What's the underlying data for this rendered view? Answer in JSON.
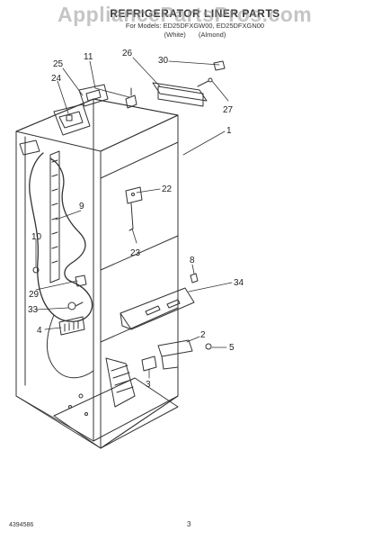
{
  "page": {
    "watermark": "AppliancePartsPros.com",
    "title": "REFRIGERATOR LINER PARTS",
    "subtitle": "For Models: ED25DFXGW00, ED25DFXGN00",
    "variants": [
      "(White)",
      "(Almond)"
    ],
    "doc_number": "4394586",
    "page_number": "3"
  },
  "callouts": [
    {
      "id": "c30",
      "label": "30"
    },
    {
      "id": "c26",
      "label": "26"
    },
    {
      "id": "c11",
      "label": "11"
    },
    {
      "id": "c25",
      "label": "25"
    },
    {
      "id": "c24",
      "label": "24"
    },
    {
      "id": "c27",
      "label": "27"
    },
    {
      "id": "c1",
      "label": "1"
    },
    {
      "id": "c22",
      "label": "22"
    },
    {
      "id": "c9",
      "label": "9"
    },
    {
      "id": "c23",
      "label": "23"
    },
    {
      "id": "c10",
      "label": "10"
    },
    {
      "id": "c8",
      "label": "8"
    },
    {
      "id": "c34",
      "label": "34"
    },
    {
      "id": "c29",
      "label": "29"
    },
    {
      "id": "c33",
      "label": "33"
    },
    {
      "id": "c4",
      "label": "4"
    },
    {
      "id": "c2",
      "label": "2"
    },
    {
      "id": "c5",
      "label": "5"
    },
    {
      "id": "c3",
      "label": "3"
    }
  ],
  "colors": {
    "line": "#333333",
    "watermark": "#969696"
  }
}
